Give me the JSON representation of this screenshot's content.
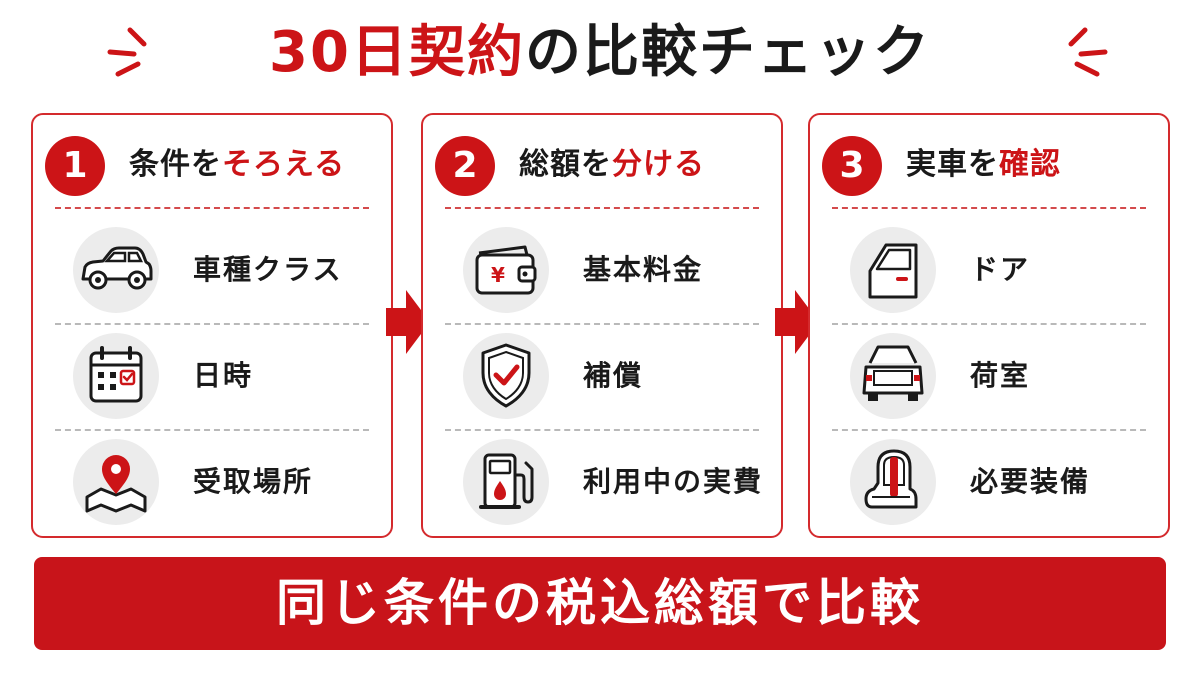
{
  "title": {
    "highlight": "30日契約",
    "rest": "の比較チェック"
  },
  "colors": {
    "accent": "#cc1417",
    "circle_bg": "#ececec",
    "text": "#1a1a1a"
  },
  "panels": [
    {
      "number": "1",
      "title_plain": "条件を",
      "title_highlight": "そろえる",
      "items": [
        {
          "label": "車種クラス",
          "icon": "car-icon"
        },
        {
          "label": "日時",
          "icon": "calendar-icon"
        },
        {
          "label": "受取場所",
          "icon": "map-pin-icon"
        }
      ]
    },
    {
      "number": "2",
      "title_plain": "総額を",
      "title_highlight": "分ける",
      "items": [
        {
          "label": "基本料金",
          "icon": "wallet-yen-icon"
        },
        {
          "label": "補償",
          "icon": "shield-check-icon"
        },
        {
          "label": "利用中の実費",
          "icon": "fuel-pump-icon"
        }
      ]
    },
    {
      "number": "3",
      "title_plain": "実車を",
      "title_highlight": "確認",
      "items": [
        {
          "label": "ドア",
          "icon": "car-door-icon"
        },
        {
          "label": "荷室",
          "icon": "open-trunk-icon"
        },
        {
          "label": "必要装備",
          "icon": "child-seat-icon"
        }
      ]
    }
  ],
  "banner": {
    "text": "同じ条件の税込総額で比較"
  }
}
